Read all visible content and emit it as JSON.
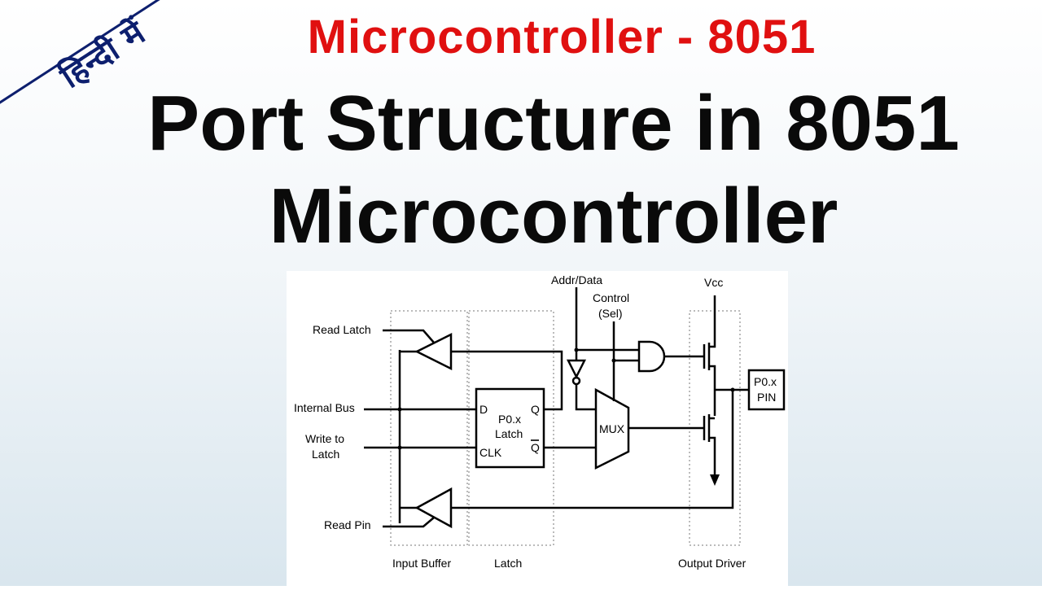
{
  "banner": {
    "hindi_label": "हिन्दी में"
  },
  "header": {
    "subtitle": "Microcontroller - 8051",
    "title_line1": "Port Structure in 8051",
    "title_line2": "Microcontroller"
  },
  "diagram": {
    "signals": {
      "read_latch": "Read Latch",
      "internal_bus": "Internal Bus",
      "write_to_latch_1": "Write to",
      "write_to_latch_2": "Latch",
      "read_pin": "Read Pin",
      "addr_data": "Addr/Data",
      "control_1": "Control",
      "control_2": "(Sel)",
      "vcc": "Vcc"
    },
    "latch": {
      "d": "D",
      "q": "Q",
      "clk": "CLK",
      "qbar": "Q",
      "name_1": "P0.x",
      "name_2": "Latch"
    },
    "mux": "MUX",
    "pin": {
      "line1": "P0.x",
      "line2": "PIN"
    },
    "sections": {
      "input_buffer": "Input Buffer",
      "latch": "Latch",
      "output_driver": "Output Driver"
    }
  }
}
